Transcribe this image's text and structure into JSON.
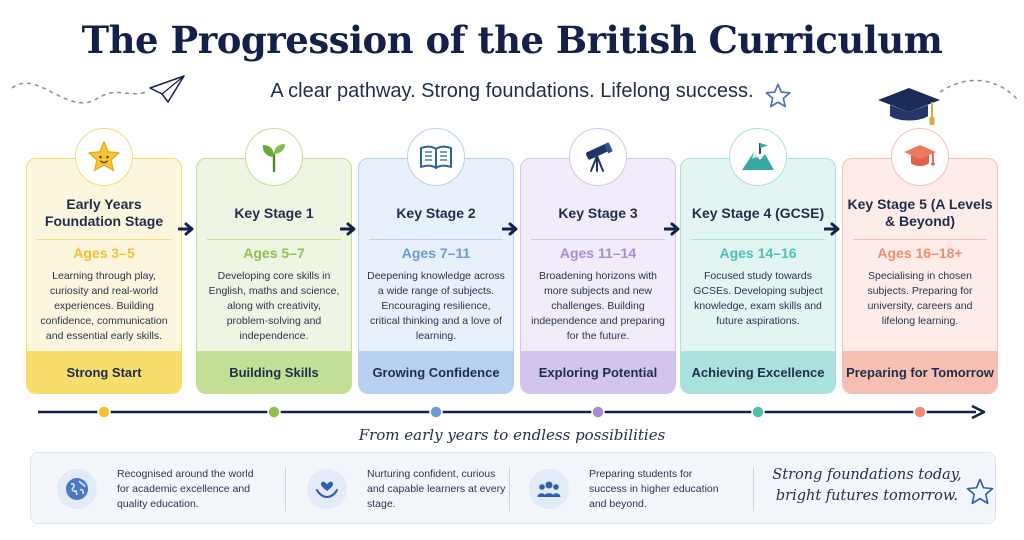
{
  "header": {
    "title": "The Progression of the British Curriculum",
    "subtitle": "A clear pathway. Strong foundations. Lifelong success."
  },
  "stages": [
    {
      "stage": "Early Years Foundation Stage",
      "ages": "Ages 3–5",
      "description": "Learning through play, curiosity and real-world experiences. Building confidence, communication and essential early skills.",
      "outcome": "Strong Start",
      "icon": "star-icon",
      "color": "#f2c12e"
    },
    {
      "stage": "Key Stage 1",
      "ages": "Ages 5–7",
      "description": "Developing core skills in English, maths and science, along with creativity, problem-solving and independence.",
      "outcome": "Building Skills",
      "icon": "sprout-icon",
      "color": "#8fbf4c"
    },
    {
      "stage": "Key Stage 2",
      "ages": "Ages 7–11",
      "description": "Deepening knowledge across a wide range of subjects. Encouraging resilience, critical thinking and a love of learning.",
      "outcome": "Growing Confidence",
      "icon": "open-book-icon",
      "color": "#6b9ad6"
    },
    {
      "stage": "Key Stage 3",
      "ages": "Ages 11–14",
      "description": "Broadening horizons with more subjects and new challenges. Building independence and preparing for the future.",
      "outcome": "Exploring Potential",
      "icon": "telescope-icon",
      "color": "#a98bd4"
    },
    {
      "stage": "Key Stage 4 (GCSE)",
      "ages": "Ages 14–16",
      "description": "Focused study towards GCSEs. Developing subject knowledge, exam skills and future aspirations.",
      "outcome": "Achieving Excellence",
      "icon": "mountain-flag-icon",
      "color": "#4fbfb6"
    },
    {
      "stage": "Key Stage 5 (A Levels & Beyond)",
      "ages": "Ages 16–18+",
      "description": "Specialising in chosen subjects. Preparing for university, careers and lifelong learning.",
      "outcome": "Preparing for Tomorrow",
      "icon": "graduation-cap-icon",
      "color": "#ef8a74"
    }
  ],
  "tagline": "From early years to endless possibilities",
  "features": [
    {
      "icon": "globe-icon",
      "text": "Recognised around the world for academic excellence and quality education."
    },
    {
      "icon": "heart-hands-icon",
      "text": "Nurturing confident, curious and capable learners at every stage."
    },
    {
      "icon": "people-group-icon",
      "text": "Preparing students for success in higher education and beyond."
    }
  ],
  "closing": "Strong foundations today, bright futures tomorrow.",
  "colors": {
    "navy": "#12204a",
    "stage_fills": [
      "#fdf6df",
      "#eef6e3",
      "#e8f0fb",
      "#f1ebfa",
      "#e3f5f3",
      "#fdece8"
    ],
    "stage_bands": [
      "#f9dc6e",
      "#c3de95",
      "#b7cff0",
      "#d3c4ee",
      "#a9e1dc",
      "#f7bfb1"
    ]
  }
}
